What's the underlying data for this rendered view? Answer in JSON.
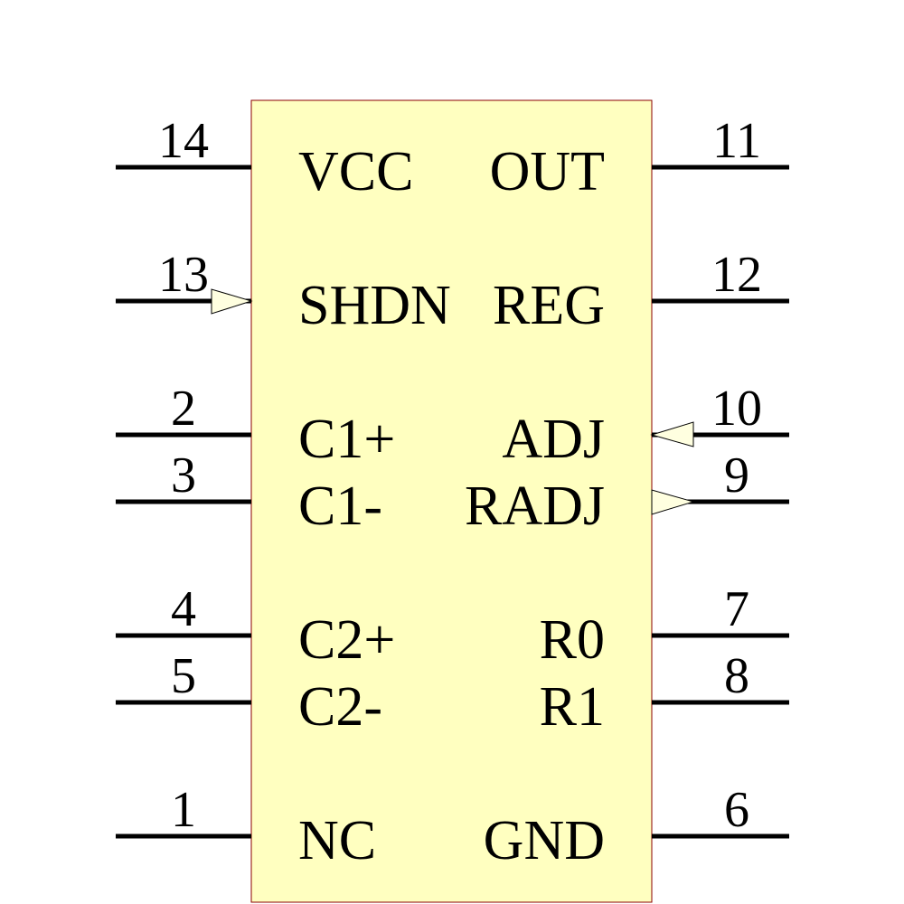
{
  "component": {
    "body_fill": "#ffffc0",
    "body_stroke": "#8b0000",
    "arrow_fill": "#ffffe0",
    "left_pins": [
      {
        "number": "14",
        "label": "VCC"
      },
      {
        "number": "13",
        "label": "SHDN",
        "input_arrow": true
      },
      {
        "number": "2",
        "label": "C1+"
      },
      {
        "number": "3",
        "label": "C1-"
      },
      {
        "number": "4",
        "label": "C2+"
      },
      {
        "number": "5",
        "label": "C2-"
      },
      {
        "number": "1",
        "label": "NC"
      }
    ],
    "right_pins": [
      {
        "number": "11",
        "label": "OUT"
      },
      {
        "number": "12",
        "label": "REG"
      },
      {
        "number": "10",
        "label": "ADJ",
        "input_arrow": true
      },
      {
        "number": "9",
        "label": "RADJ",
        "output_arrow": true
      },
      {
        "number": "7",
        "label": "R0"
      },
      {
        "number": "8",
        "label": "R1"
      },
      {
        "number": "6",
        "label": "GND"
      }
    ]
  }
}
